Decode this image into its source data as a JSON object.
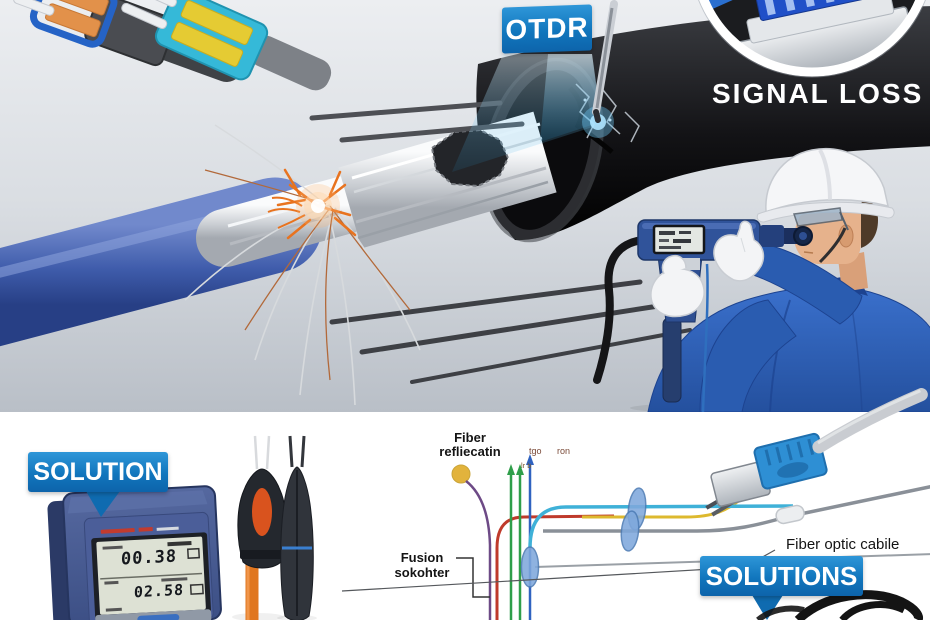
{
  "badges": {
    "otdr": "OTDR",
    "solution": "SOLUTION",
    "solutions": "SOLUTIONS"
  },
  "captions": {
    "signal_loss": "SIGNAL LOSS",
    "fiber_optic_cable": "Fiber optic cabile"
  },
  "diagram": {
    "fiber_reflection_line1": "Fiber",
    "fiber_reflection_line2": "refliecatin",
    "fusion_splicer_line1": "Fusion",
    "fusion_splicer_line2": "sokohter",
    "tick_tgo": "tgo",
    "tick_ron": "ron",
    "micro_marks": "lr b"
  },
  "power_meter": {
    "reading_top": "00.38",
    "reading_bottom": "02.58"
  },
  "colors": {
    "badge_blue": "#1176bd",
    "cable_black": "#141417",
    "cable_blue": "#3f5cab",
    "beam_blue": "#2da8e8",
    "connector_cyan": "#35b9d8",
    "connector_yellow": "#e5cb33",
    "connector_orange": "#e2914a",
    "technician_jacket_blue": "#2a5cb0",
    "meter_body_blue": "#44578f",
    "tool_orange": "#e0761f",
    "diagram_purple": "#6d4a86",
    "diagram_red": "#bf3a2b",
    "diagram_green": "#2f9e4a",
    "diagram_blue": "#2f62c0",
    "diagram_cyan": "#3fb1d8",
    "diagram_yellow": "#ddb92e",
    "diagram_gray": "#8a9098"
  }
}
